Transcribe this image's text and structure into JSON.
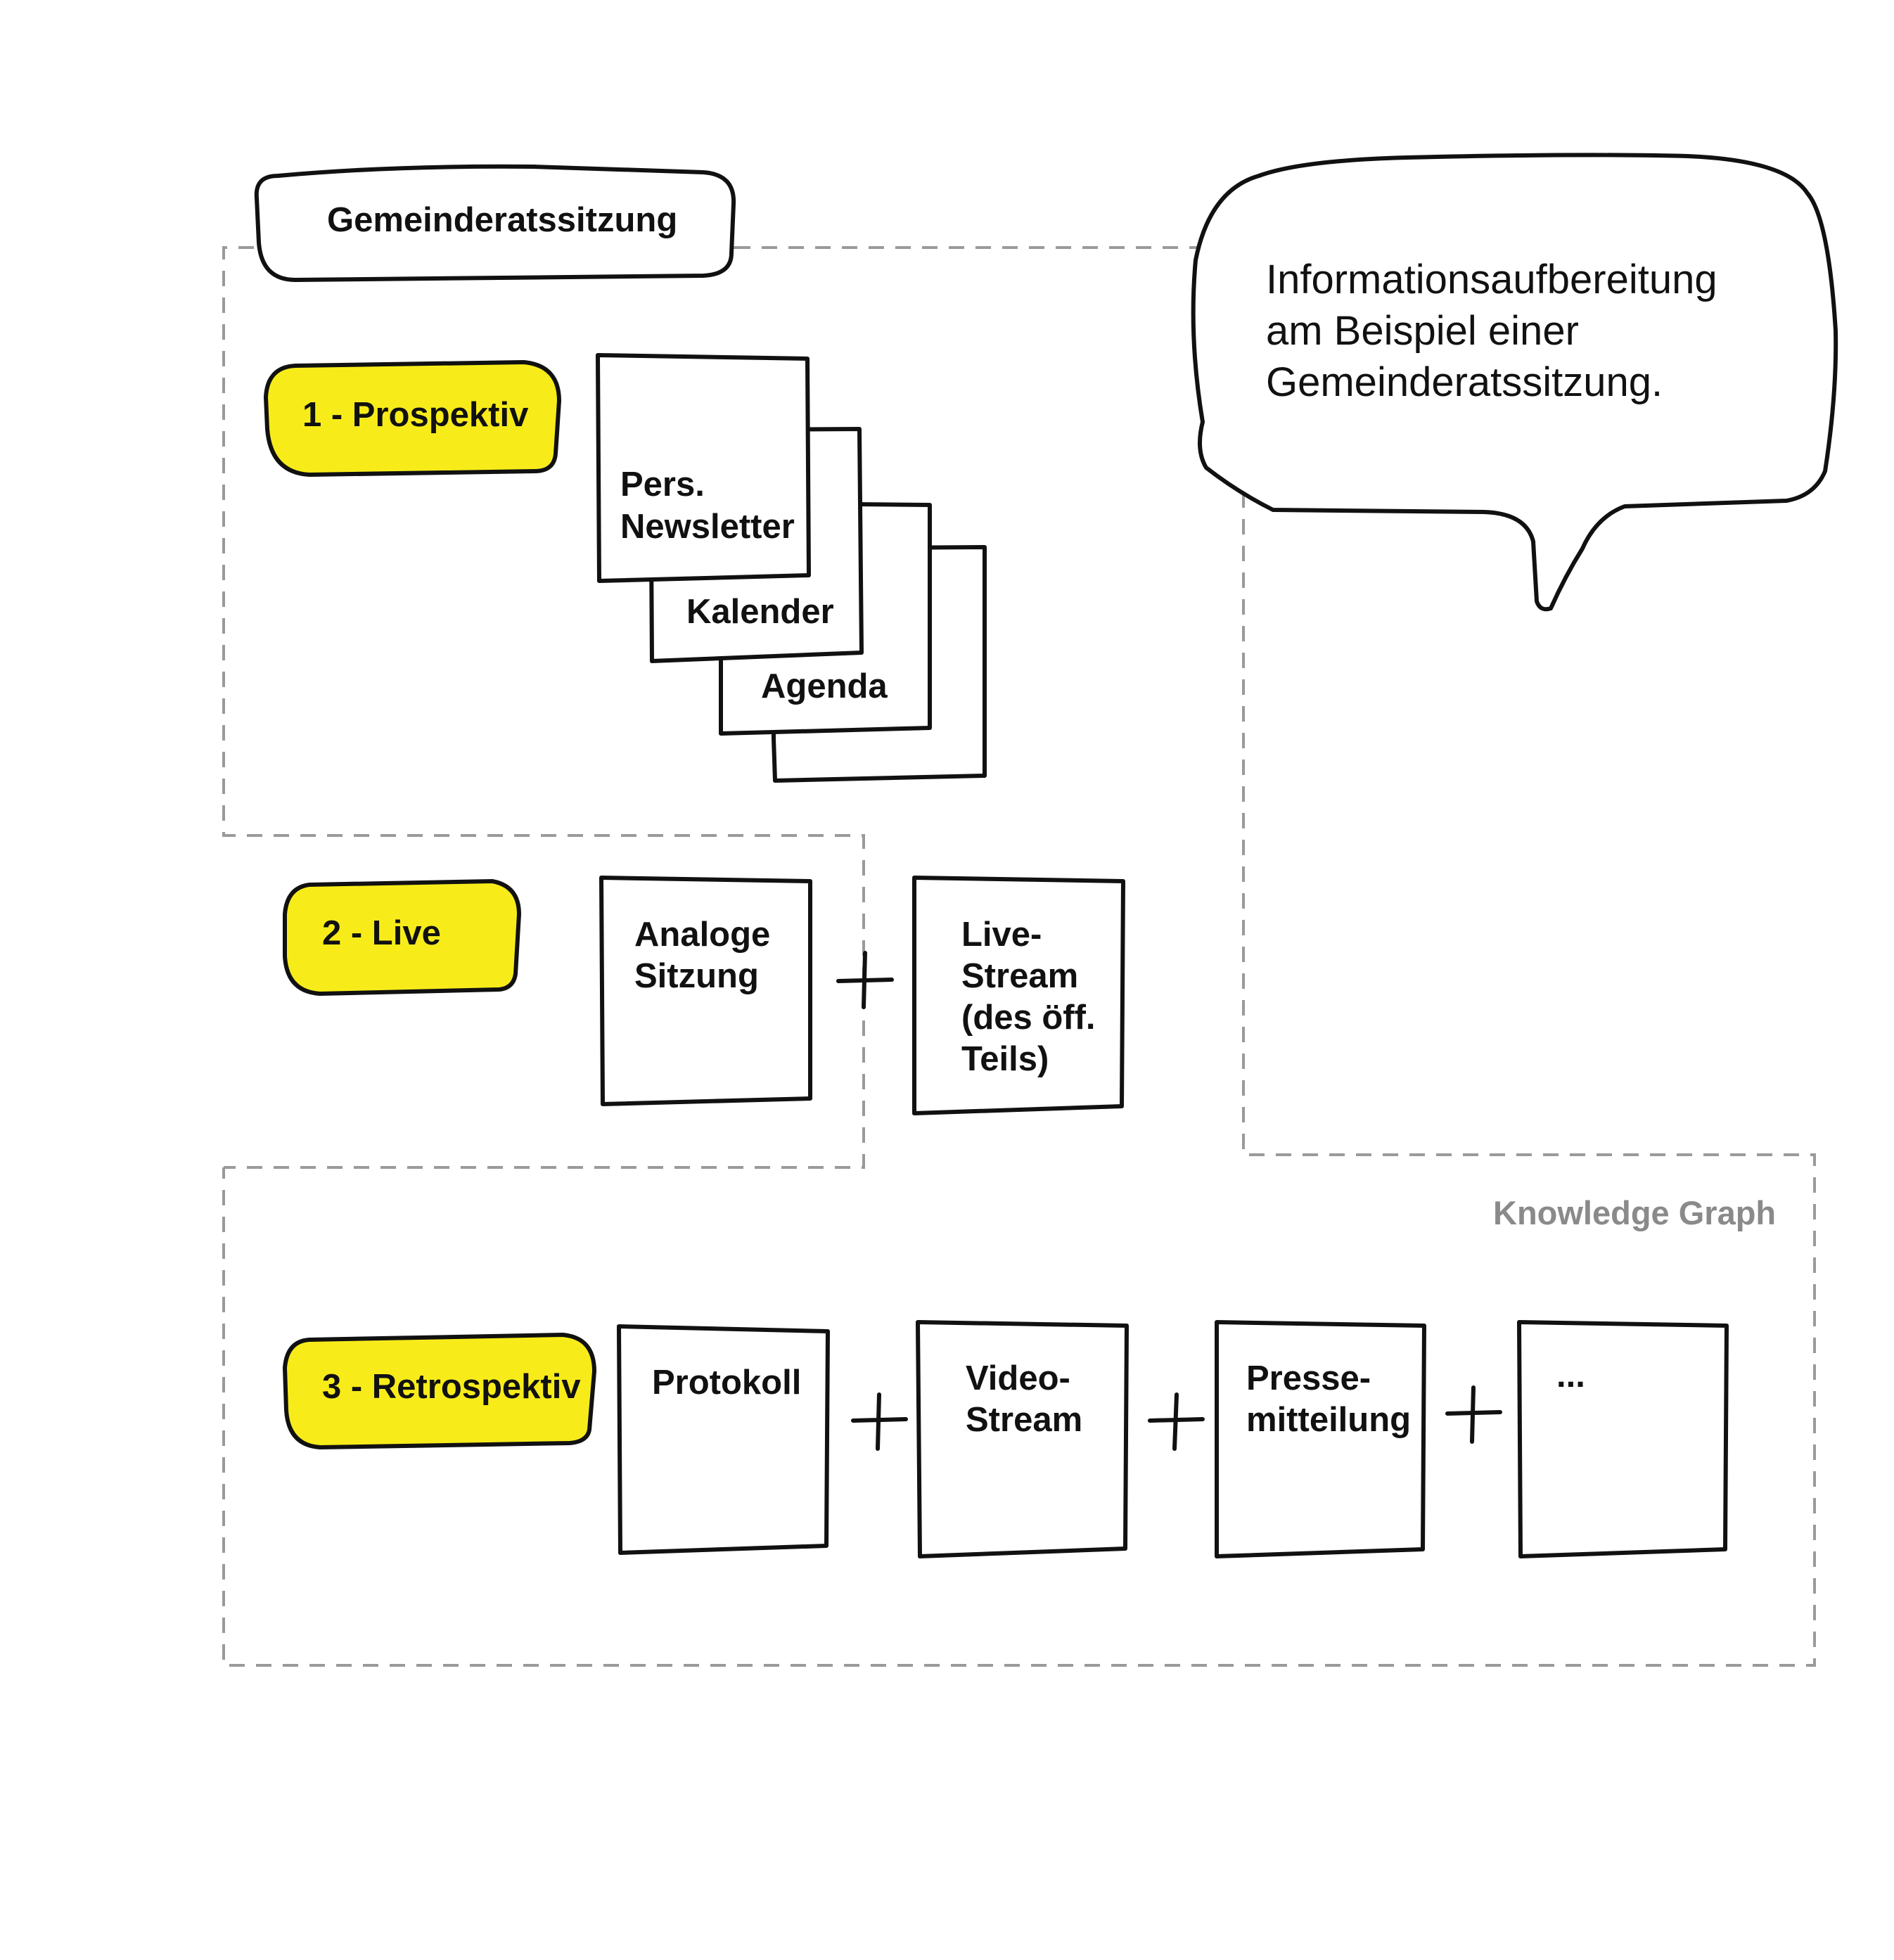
{
  "diagram": {
    "title_box": "Gemeinderatssitzung",
    "speech_bubble": [
      "Informationsaufbereitung",
      "am Beispiel einer",
      "Gemeinderatssitzung."
    ],
    "knowledge_graph_label": "Knowledge Graph",
    "phases": [
      {
        "label": "1 - Prospektiv"
      },
      {
        "label": "2 - Live"
      },
      {
        "label": "3 - Retrospektiv"
      }
    ],
    "prospektiv_cards": {
      "newsletter": [
        "Pers.",
        "Newsletter"
      ],
      "kalender": "Kalender",
      "agenda": "Agenda"
    },
    "live_cards": {
      "analog": [
        "Analoge",
        "Sitzung"
      ],
      "stream": [
        "Live-",
        "Stream",
        "(des öff.",
        "Teils)"
      ]
    },
    "retro_cards": {
      "protokoll": "Protokoll",
      "video": [
        "Video-",
        "Stream"
      ],
      "presse": [
        "Presse-",
        "mitteilung"
      ],
      "more": "..."
    }
  }
}
